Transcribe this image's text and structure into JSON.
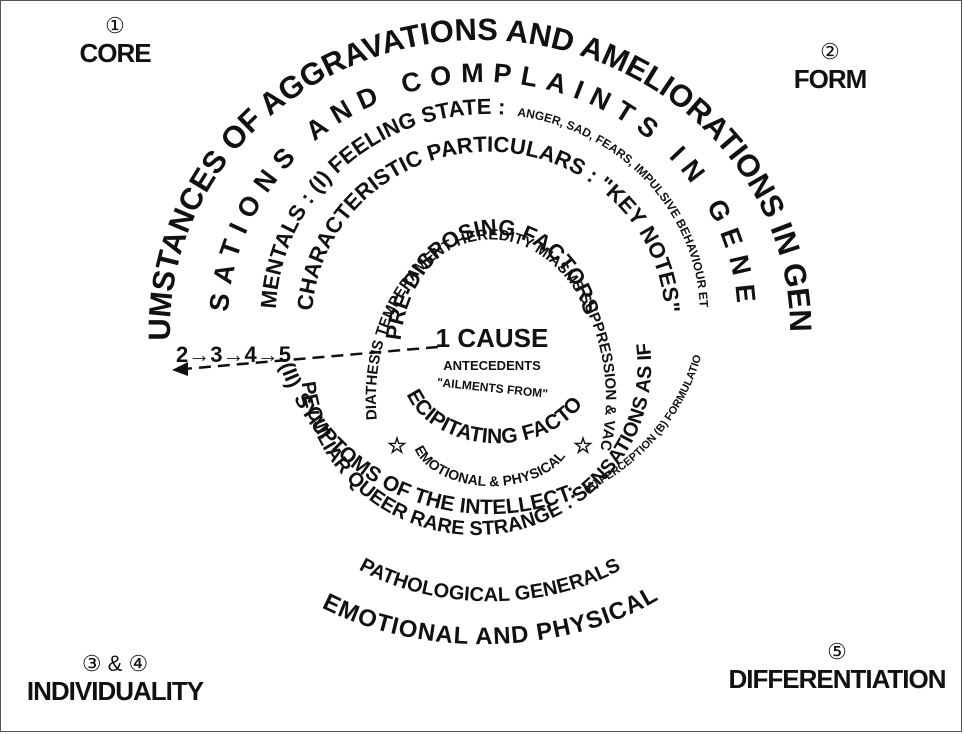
{
  "corners": {
    "core": {
      "num": "①",
      "label": "CORE"
    },
    "form": {
      "num": "②",
      "label": "FORM"
    },
    "individuality": {
      "num": "③ & ④",
      "label": "INDIVIDUALITY"
    },
    "differentiation": {
      "num": "⑤",
      "label": "DIFFERENTIATION"
    }
  },
  "spiral": {
    "ring1": "CIRCUMSTANCES OF AGGRAVATIONS AND AMELIORATIONS IN GENERAL",
    "ring2": "SENSATIONS AND COMPLAINTS IN GENERAL",
    "ring3_main": "MENTALS : (I) FEELING STATE :",
    "ring3_small": "ANGER, SAD, FEARS, IMPULSIVE BEHAVIOUR ETC. NON",
    "ring4": "CHARACTERISTIC PARTICULARS : \"KEY NOTES\"",
    "ring5": "DIATHESIS TEMPERAMENT HEREDITY MIASMS SUPPRESSION & VACCINATION",
    "ring6": "PRE-DISPOSING FACTORS",
    "precipitating": "PRECIPITATING FACTORS",
    "emotional_physical_small": "EMOTIONAL & PHYSICAL",
    "peculiar": "PECULIAR QUEER RARE STRANGE : SENSATIONS AS IF",
    "symptoms_main": "SYMPTOMS OF THE INTELLECT:",
    "symptoms_prefix": "(II)",
    "intellect_small": "(A) PERCEPTION (B) FORMULATION (C) MEMORY (D) DISCRIMINATION",
    "pathological": "PATHOLOGICAL GENERALS",
    "emotional_physical": "EMOTIONAL AND PHYSICAL"
  },
  "center": {
    "cause": "1 CAUSE",
    "antecedents": "ANTECEDENTS",
    "ailments": "\"AILMENTS FROM\""
  },
  "arrow_label": "2→3→4→5",
  "star_glyph": "☆"
}
